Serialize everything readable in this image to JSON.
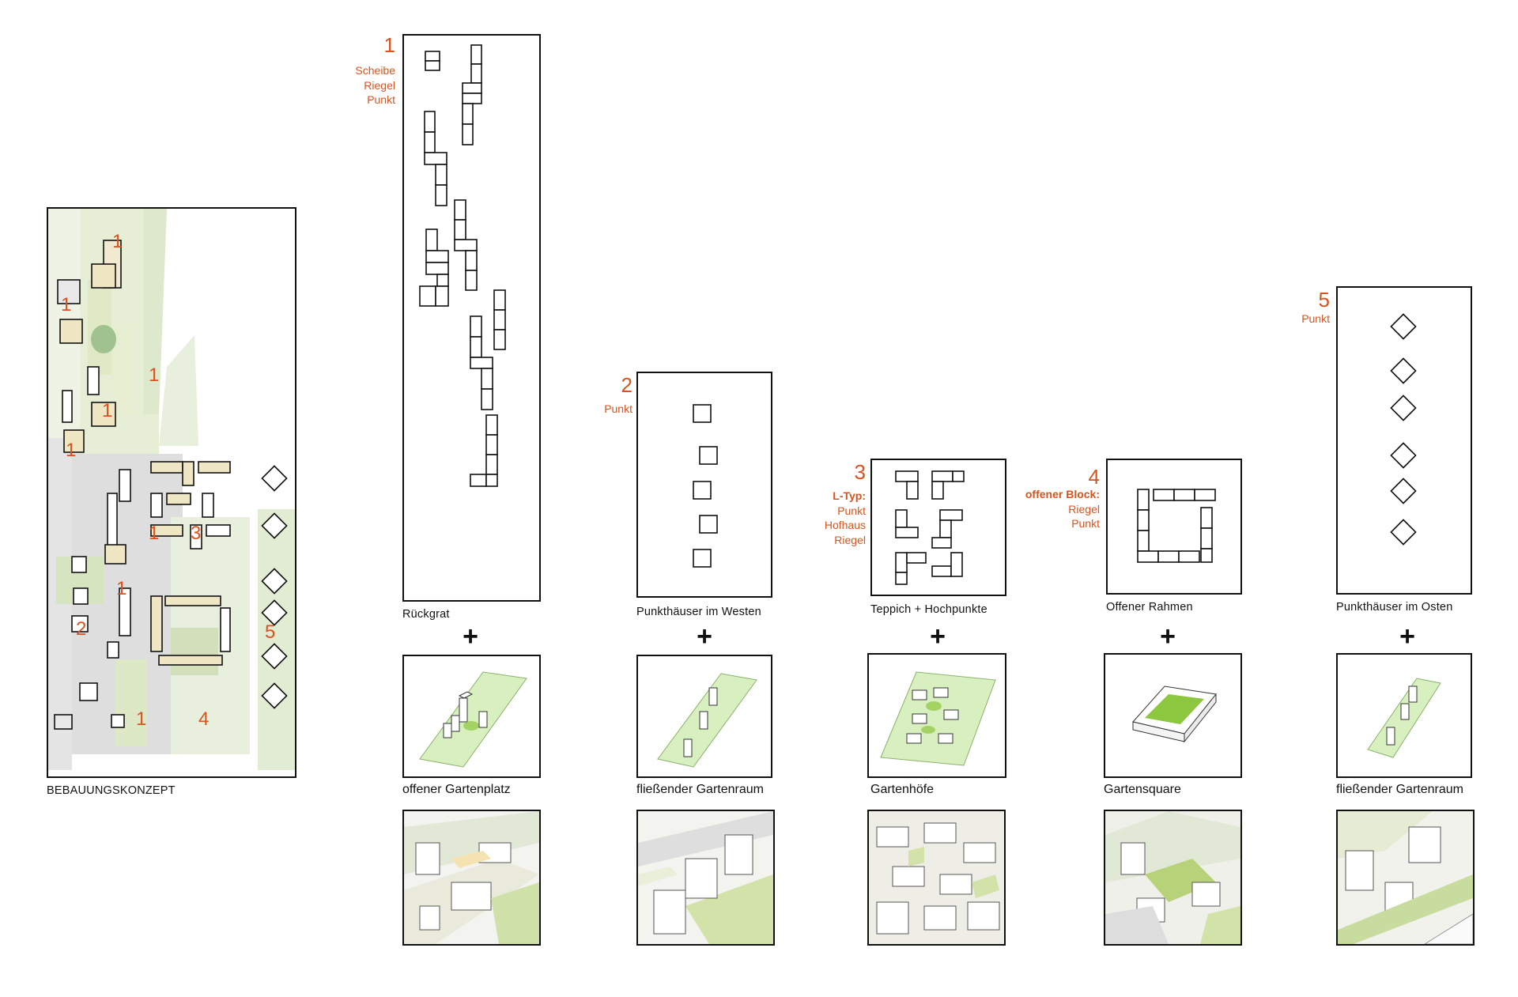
{
  "overview": {
    "title": "BEBAUUNGSKONZEPT",
    "zone_labels": [
      "1",
      "1",
      "1",
      "1",
      "1",
      "1",
      "1",
      "1",
      "2",
      "3",
      "4",
      "5"
    ]
  },
  "columns": [
    {
      "number": "1",
      "types": [
        "Scheibe",
        "Riegel",
        "Punkt"
      ],
      "types_bold": [],
      "concept": "Rückgrat",
      "garden": "offener Gartenplatz"
    },
    {
      "number": "2",
      "types": [
        "Punkt"
      ],
      "types_bold": [],
      "concept": "Punkthäuser im Westen",
      "garden": "fließender Gartenraum"
    },
    {
      "number": "3",
      "types": [
        "Punkt",
        "Hofhaus",
        "Riegel"
      ],
      "types_bold": [
        "L-Typ:"
      ],
      "concept": "Teppich + Hochpunkte",
      "garden": "Gartenhöfe"
    },
    {
      "number": "4",
      "types": [
        "Riegel",
        "Punkt"
      ],
      "types_bold": [
        "offener Block:"
      ],
      "concept": "Offener Rahmen",
      "garden": "Gartensquare"
    },
    {
      "number": "5",
      "types": [
        "Punkt"
      ],
      "types_bold": [],
      "concept": "Punkthäuser im Osten",
      "garden": "fließender Gartenraum"
    }
  ],
  "plus_symbol": "+",
  "colors": {
    "accent": "#d9531e",
    "garden_green": "#cfe8b0",
    "garden_dark": "#8dc63f",
    "plan_beige": "#efe6c4",
    "paving": "#d8d8d8"
  }
}
